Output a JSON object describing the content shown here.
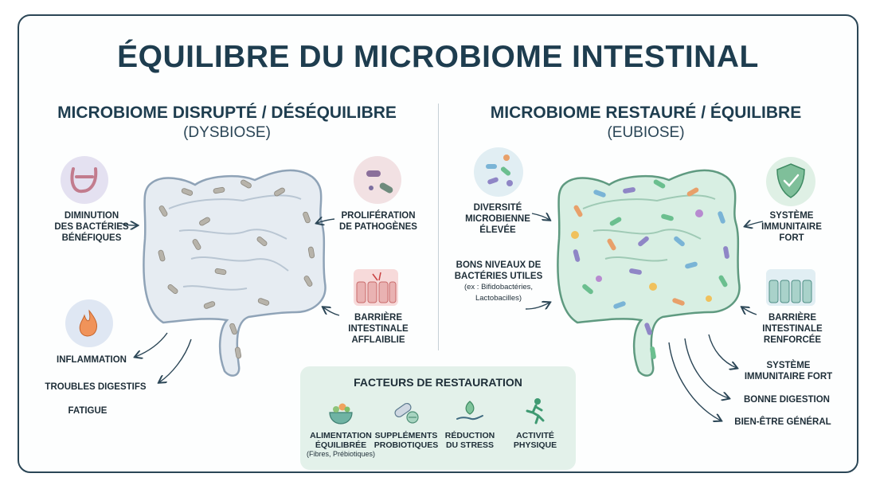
{
  "title": "ÉQUILIBRE DU MICROBIOME INTESTINAL",
  "left": {
    "title": "MICROBIOME DISRUPTÉ / DÉSÉQUILIBRE",
    "subtitle": "(DYSBIOSE)",
    "labels": {
      "diminution": [
        "DIMINUTION",
        "DES BACTÉRIES",
        "BÉNÉFIQUES"
      ],
      "proliferation": [
        "PROLIFÉRATION",
        "DE PATHOGÈNES"
      ],
      "barriere": [
        "BARRIÈRE",
        "INTESTINALE",
        "AFFLAIBLIE"
      ],
      "inflammation": "INFLAMMATION",
      "troubles": "TROUBLES DIGESTIFS",
      "fatigue": "FATIGUE"
    }
  },
  "right": {
    "title": "MICROBIOME RESTAURÉ / ÉQUILIBRE",
    "subtitle": "(EUBIOSE)",
    "labels": {
      "diversite": [
        "DIVERSITÉ",
        "MICROBIENNE",
        "ÉLEVÉE"
      ],
      "bons_niveaux": [
        "BONS NIVEAUX DE",
        "BACTÉRIES UTILES"
      ],
      "bons_niveaux_ex": [
        "(ex : Bifidobactéries,",
        "Lactobacilles)"
      ],
      "systeme_icon": [
        "SYSTÈME",
        "IMMUNITAIRE",
        "FORT"
      ],
      "barriere": [
        "BARRIÈRE",
        "INTESTINALE",
        "RENFORCÉE"
      ],
      "systeme": [
        "SYSTÈME",
        "IMMUNITAIRE FORT"
      ],
      "digestion": "BONNE DIGESTION",
      "bienetre": "BIEN-ÊTRE GÉNÉRAL"
    }
  },
  "factors": {
    "title": "FACTEURS DE RESTAURATION",
    "items": [
      {
        "label": [
          "ALIMENTATION",
          "ÉQUILIBRÉE"
        ],
        "sub": "(Fibres, Prébiotiques)"
      },
      {
        "label": [
          "SUPPLÉMENTS",
          "PROBIOTIQUES"
        ],
        "sub": ""
      },
      {
        "label": [
          "RÉDUCTION",
          "DU STRESS"
        ],
        "sub": ""
      },
      {
        "label": [
          "ACTIVITÉ",
          "PHYSIQUE"
        ],
        "sub": ""
      }
    ]
  },
  "colors": {
    "dark": "#1e3d4f",
    "gut_gray": "#e6ecf2",
    "gut_green": "#d8efe3",
    "factor_bg": "#e3f1ea"
  }
}
